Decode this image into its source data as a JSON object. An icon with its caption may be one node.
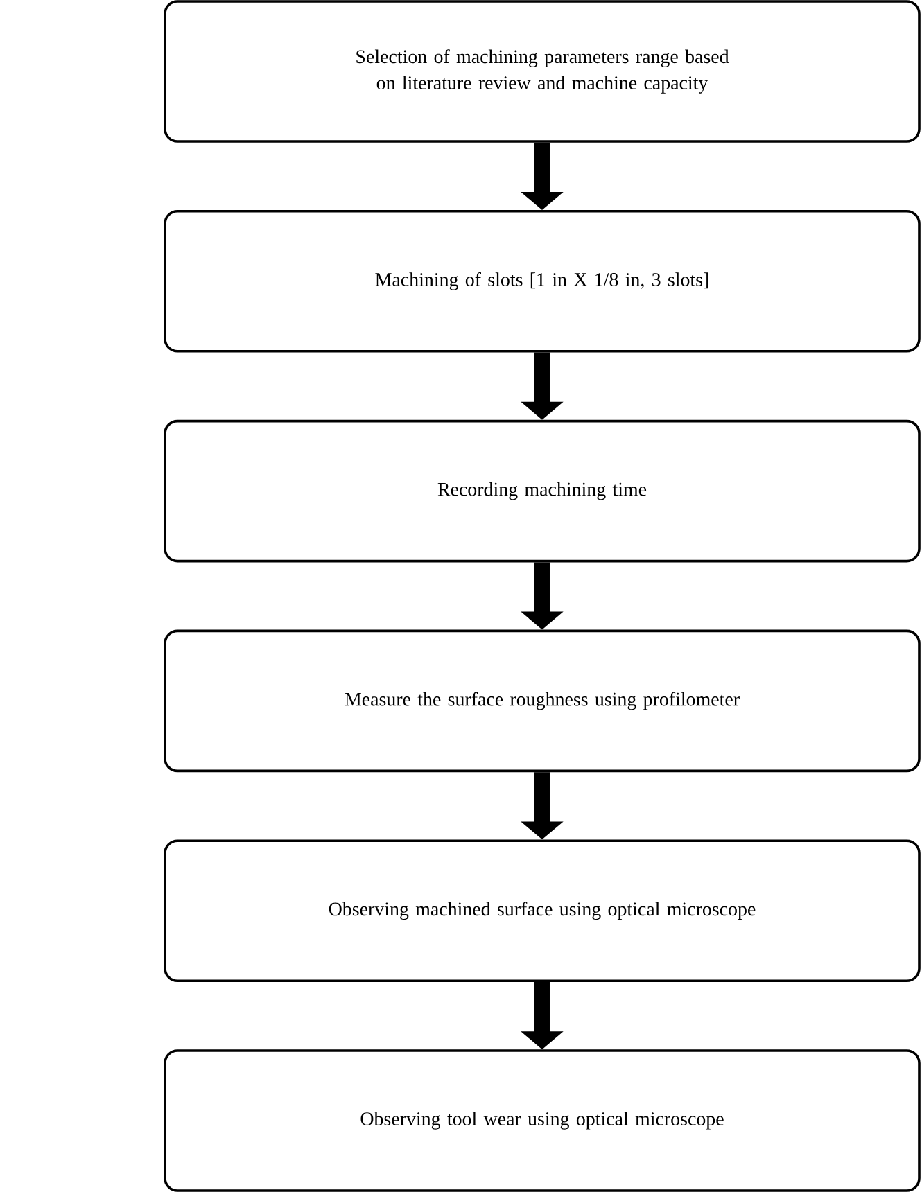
{
  "diagram": {
    "nodes": [
      {
        "text": [
          "Selection of machining parameters range based on literature review and machine capacity"
        ]
      },
      {
        "text": [
          "Machining of slots [1 in X 1/8 in, 3 slots]"
        ]
      },
      {
        "text": [
          "Recording machining time"
        ]
      },
      {
        "text": [
          "Measure the surface roughness using profilometer"
        ]
      },
      {
        "text": [
          "Observing machined surface using optical microscope"
        ]
      },
      {
        "text": [
          "Observing tool wear using optical microscope"
        ]
      }
    ],
    "edges": [
      {
        "from": 0,
        "to": 1,
        "arrow": "to"
      },
      {
        "from": 1,
        "to": 2,
        "arrow": "to"
      },
      {
        "from": 2,
        "to": 3,
        "arrow": "to"
      },
      {
        "from": 3,
        "to": 4,
        "arrow": "to"
      },
      {
        "from": 4,
        "to": 5,
        "arrow": "to"
      }
    ]
  }
}
